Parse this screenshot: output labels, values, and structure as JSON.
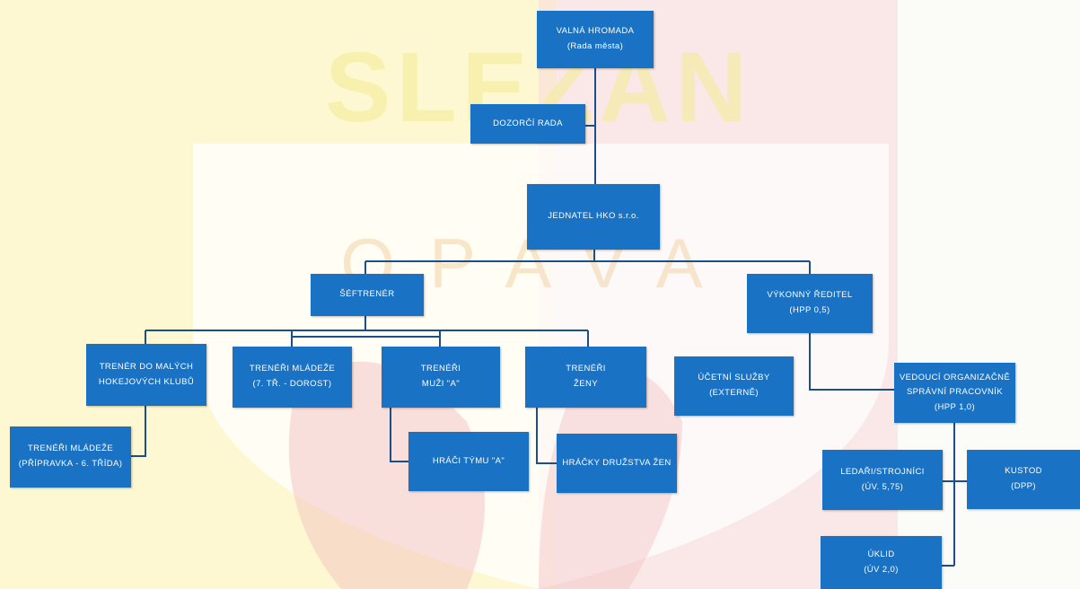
{
  "background": {
    "watermark_top": "SLEZAN",
    "watermark_bottom": "OPAVA",
    "colors": {
      "yellow": "#fdf6b8",
      "red": "#f6cfcf",
      "white": "#ffffff"
    }
  },
  "colors": {
    "box_fill": "#1a72c4",
    "box_text": "#ffffff",
    "connector": "#1a4f8a"
  },
  "nodes": {
    "valna_hromada": {
      "line1": "VALNÁ HROMADA",
      "line2": "(Rada města)"
    },
    "dozorci_rada": {
      "line1": "DOZORČÍ RADA"
    },
    "jednatel": {
      "line1": "JEDNATEL HKO s.r.o."
    },
    "seftrener": {
      "line1": "ŠÉFTRENÉR"
    },
    "vykonny_reditel": {
      "line1": "VÝKONNÝ ŘEDITEL",
      "line2": "(HPP 0,5)"
    },
    "trener_malych_klubu": {
      "line1": "TRENÉR DO MALÝCH",
      "line2": "HOKEJOVÝCH KLUBŮ"
    },
    "treneri_mladeze": {
      "line1": "TRENÉŘI MLÁDEŽE",
      "line2": "(7. TŘ. - DOROST)"
    },
    "treneri_muzi": {
      "line1": "TRENÉŘI",
      "line2": "MUŽI \"A\""
    },
    "treneri_zeny": {
      "line1": "TRENÉŘI",
      "line2": "ŽENY"
    },
    "ucetni_sluzby": {
      "line1": "ÚČETNÍ SLUŽBY",
      "line2": "(EXTERNĚ)"
    },
    "vedouci_pracovnik": {
      "line1": "VEDOUCÍ ORGANIZAČNĚ",
      "line2": "SPRÁVNÍ PRACOVNÍK",
      "line3": "(HPP 1,0)"
    },
    "treneri_mladeze_pripravka": {
      "line1": "TRENÉŘI MLÁDEŽE",
      "line2": "(PŘÍPRAVKA - 6. TŘÍDA)"
    },
    "hraci_tymu_a": {
      "line1": "HRÁČI TÝMU \"A\""
    },
    "hracky_druzstva_zen": {
      "line1": "HRÁČKY DRUŽSTVA ŽEN"
    },
    "ledari": {
      "line1": "LEDAŘI/STROJNÍCI",
      "line2": "(ÚV. 5,75)"
    },
    "kustod": {
      "line1": "KUSTOD",
      "line2": "(DPP)"
    },
    "uklid": {
      "line1": "ÚKLID",
      "line2": "(ÚV 2,0)"
    }
  }
}
